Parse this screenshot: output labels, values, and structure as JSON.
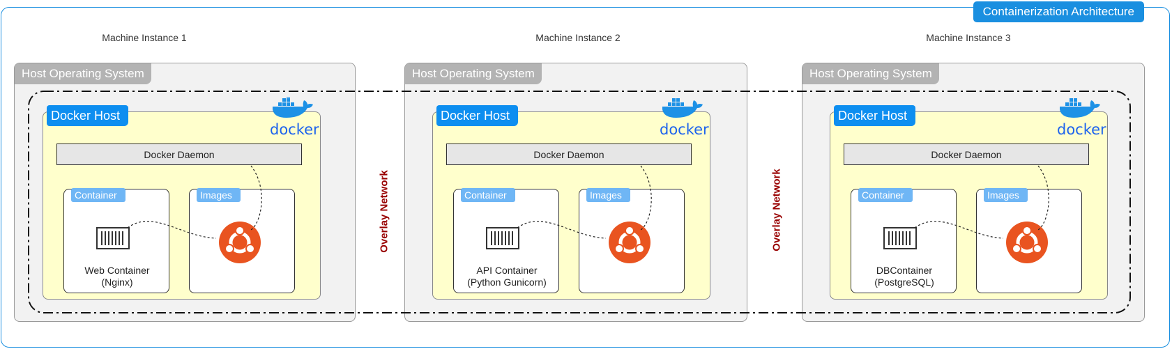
{
  "title": "Containerization Architecture",
  "overlay_network_label": "Overlay Network",
  "machines": [
    {
      "label": "Machine Instance 1",
      "host_os": "Host Operating System",
      "docker_host": "Docker Host",
      "docker_logo_text": "docker",
      "daemon": "Docker Daemon",
      "container_tag": "Container",
      "images_tag": "Images",
      "container_name_line1": "Web Container",
      "container_name_line2": "(Nginx)"
    },
    {
      "label": "Machine Instance 2",
      "host_os": "Host Operating System",
      "docker_host": "Docker Host",
      "docker_logo_text": "docker",
      "daemon": "Docker Daemon",
      "container_tag": "Container",
      "images_tag": "Images",
      "container_name_line1": "API Container",
      "container_name_line2": "(Python Gunicorn)"
    },
    {
      "label": "Machine Instance 3",
      "host_os": "Host Operating System",
      "docker_host": "Docker Host",
      "docker_logo_text": "docker",
      "daemon": "Docker Daemon",
      "container_tag": "Container",
      "images_tag": "Images",
      "container_name_line1": "DBContainer",
      "container_name_line2": "(PostgreSQL)"
    }
  ],
  "colors": {
    "accent_blue": "#1a8fe0",
    "docker_host_fill": "#ffffcc",
    "ubuntu_orange": "#e95420",
    "overlay_label": "#990000"
  },
  "icons": [
    "docker-whale-icon",
    "container-icon",
    "ubuntu-icon"
  ]
}
